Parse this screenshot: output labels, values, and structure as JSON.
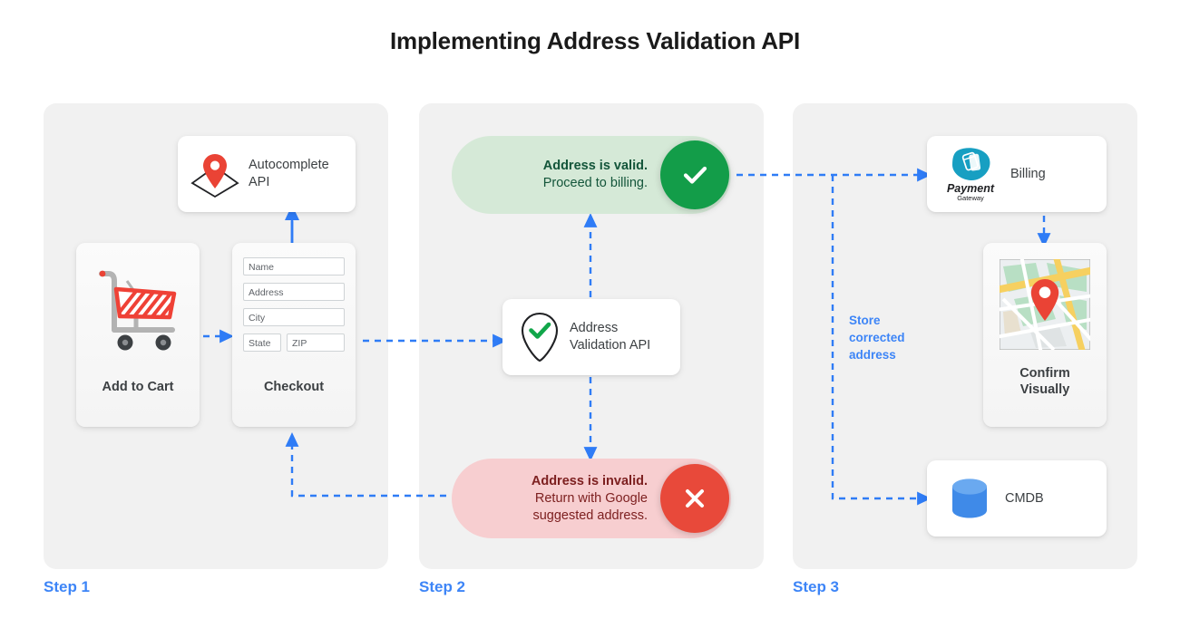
{
  "title": "Implementing Address Validation API",
  "colors": {
    "accent_blue": "#3d85f7",
    "panel_bg": "#f1f1f1",
    "valid_pill_bg": "#d5e9d7",
    "valid_badge": "#139d49",
    "invalid_pill_bg": "#f7ced0",
    "invalid_badge": "#e8493a",
    "pin_red": "#ea4335",
    "cmdb_blue": "#3f8ae8",
    "payment_teal": "#179fc2",
    "text_dark": "#3c4043"
  },
  "steps": [
    {
      "label": "Step 1"
    },
    {
      "label": "Step 2"
    },
    {
      "label": "Step 3"
    }
  ],
  "step1": {
    "autocomplete_card": {
      "label": "Autocomplete\nAPI",
      "line1": "Autocomplete",
      "line2": "API",
      "icon": "map-pin-diamond-icon"
    },
    "add_to_cart_card": {
      "label": "Add to Cart",
      "icon": "shopping-cart-icon"
    },
    "checkout_card": {
      "label": "Checkout",
      "fields": [
        {
          "name": "name-field",
          "placeholder": "Name"
        },
        {
          "name": "address-field",
          "placeholder": "Address"
        },
        {
          "name": "city-field",
          "placeholder": "City"
        },
        {
          "name": "state-field",
          "placeholder": "State"
        },
        {
          "name": "zip-field",
          "placeholder": "ZIP"
        }
      ]
    }
  },
  "step2": {
    "valid_pill": {
      "line1": "Address is valid.",
      "line2": "Proceed to billing.",
      "badge_icon": "check-icon"
    },
    "validation_card": {
      "line1": "Address",
      "line2": "Validation API",
      "icon": "pin-check-icon"
    },
    "invalid_pill": {
      "line1": "Address is invalid.",
      "line2": "Return with Google",
      "line3": "suggested address.",
      "badge_icon": "close-x-icon"
    }
  },
  "step3": {
    "billing_card": {
      "label": "Billing",
      "logo_top": "Payment",
      "logo_bottom": "Gateway",
      "icon": "payment-gateway-icon"
    },
    "confirm_card": {
      "line1": "Confirm",
      "line2": "Visually",
      "icon": "map-thumbnail-icon"
    },
    "cmdb_card": {
      "label": "CMDB",
      "icon": "database-icon"
    },
    "store_note": {
      "line1": "Store",
      "line2": "corrected",
      "line3": "address"
    }
  }
}
